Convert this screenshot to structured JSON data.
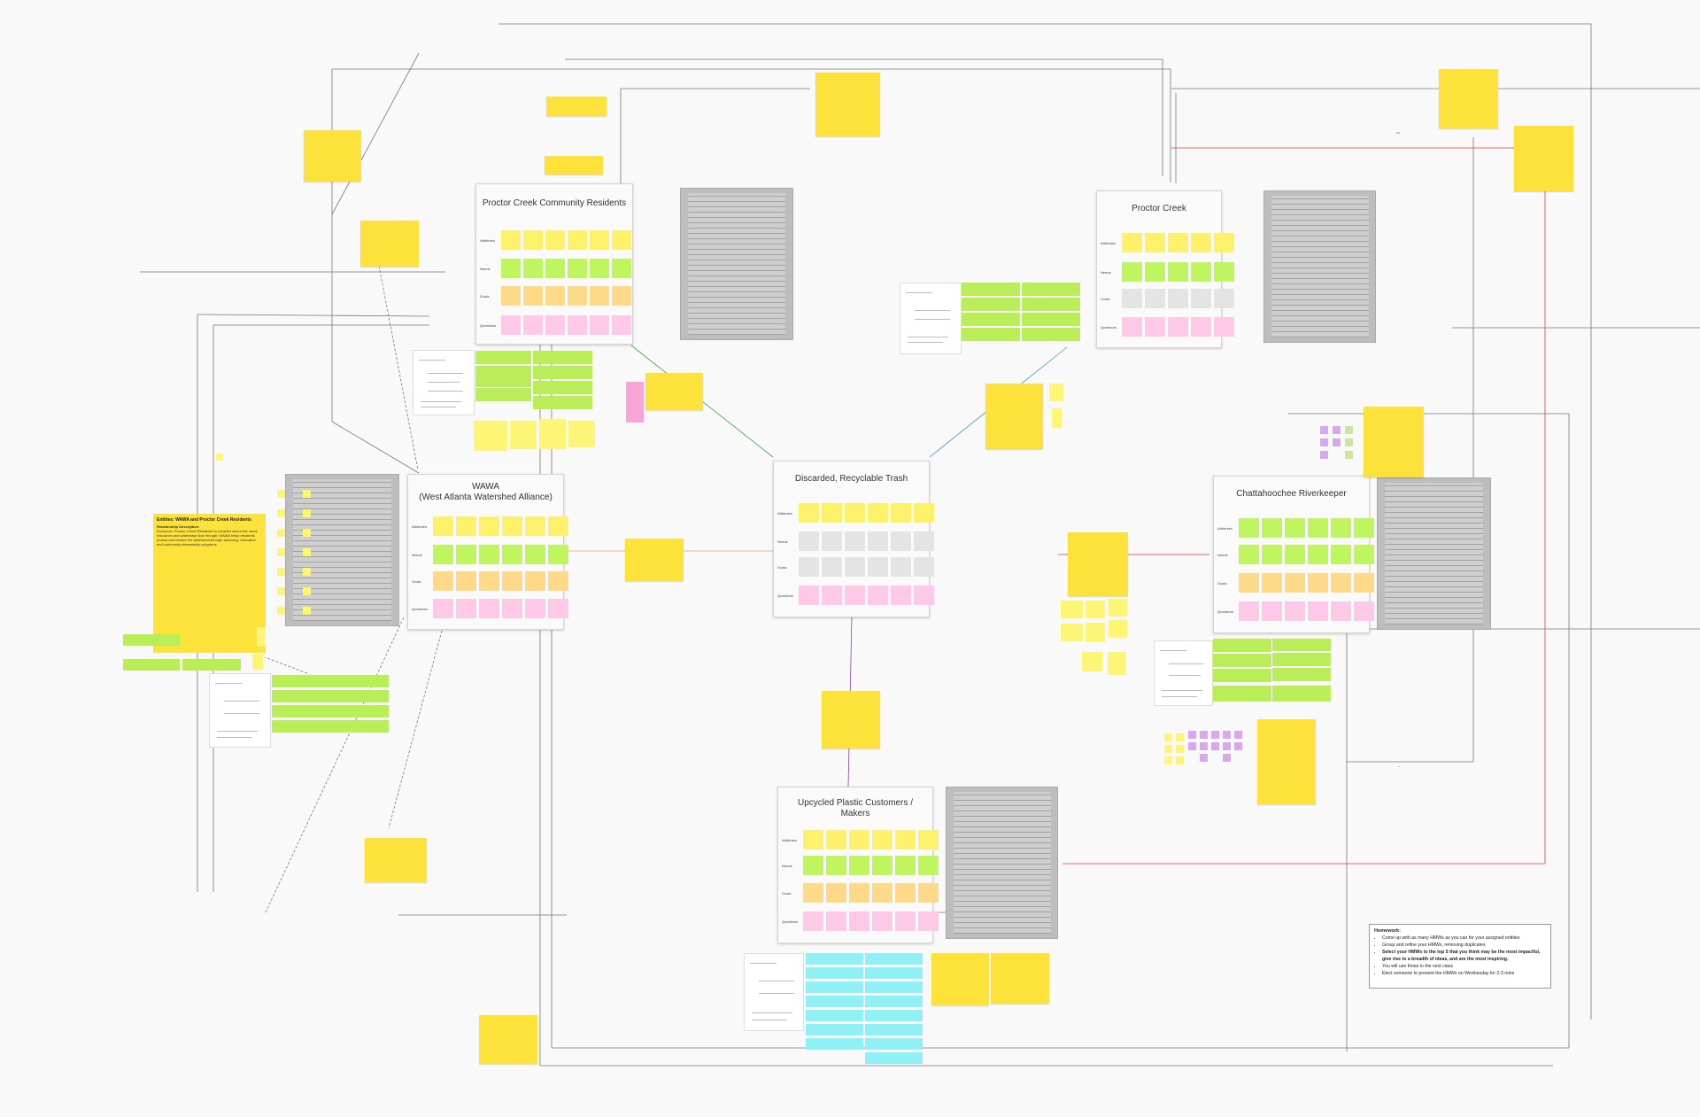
{
  "cards": {
    "residents": {
      "title": "Proctor Creek Community Residents",
      "row_labels": [
        "Attributes",
        "Needs",
        "Goals",
        "Questions"
      ]
    },
    "proctor": {
      "title": "Proctor Creek",
      "row_labels": [
        "Attributes",
        "Needs",
        "Goals",
        "Questions"
      ]
    },
    "trash": {
      "title": "Discarded, Recyclable Trash",
      "row_labels": [
        "Attributes",
        "Needs",
        "Goals",
        "Questions"
      ]
    },
    "wawa": {
      "title_line1": "WAWA",
      "title_line2": "(West Atlanta Watershed Alliance)",
      "row_labels": [
        "Attributes",
        "Needs",
        "Goals",
        "Questions"
      ]
    },
    "river": {
      "title": "Chattahoochee Riverkeeper",
      "row_labels": [
        "Attributes",
        "Needs",
        "Goals",
        "Questions"
      ]
    },
    "upcycled": {
      "title_line1": "Upcycled Plastic Customers /",
      "title_line2": "Makers",
      "row_labels": [
        "Attributes",
        "Needs",
        "Goals",
        "Questions"
      ]
    }
  },
  "entity_box": {
    "title": "Entities: WAWA and Proctor Creek Residents",
    "subtitle": "Relationship Description:",
    "body": "Economic: Proctor Creek Residents to consider where the creek resources and waterways flow through; WAWA helps residents protect and restore the watershed through advocacy, education and community stewardship programs."
  },
  "homework": {
    "title": "Homework:",
    "items": [
      "Come up with as many HMWs as you can for your assigned entities",
      "Group and refine your HMWs, removing duplicates",
      "Select your HMWs to the top 5 that you think may be the most impactful, give rise to a breadth of ideas, and are the most inspiring.",
      "You will use those in the next class",
      "Elect someone to present the HMWs on Wednesday for 2-3 mins"
    ]
  },
  "colors": {
    "yellow_sticky": "#fde23c",
    "green_cell": "#bff55f",
    "pink_cell": "#fdc9e6",
    "orange_cell": "#fdd988",
    "cyan_sticky": "#8ff0f5",
    "purple_sticky": "#d9a7ef"
  }
}
